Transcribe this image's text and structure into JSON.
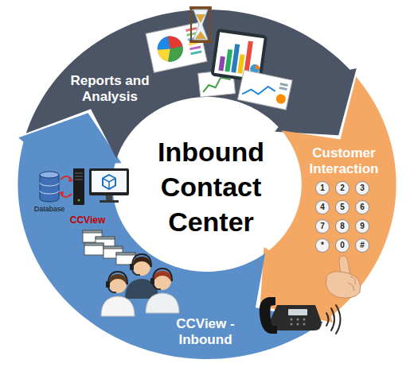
{
  "diagram": {
    "title": "Inbound Contact Center",
    "nodes": [
      {
        "text": [
          "Reports and Analysis"
        ]
      },
      {
        "text": [
          "Customer Interaction"
        ]
      },
      {
        "text": [
          "CCView - Inbound"
        ]
      }
    ],
    "edges": [
      {
        "from": 0,
        "to": 1,
        "arrow": "to"
      },
      {
        "from": 1,
        "to": 2,
        "arrow": "to"
      },
      {
        "from": 2,
        "to": 0,
        "arrow": "to"
      }
    ],
    "labels": [
      "Database",
      "CCView",
      "1",
      "2",
      "3",
      "4",
      "5",
      "6",
      "7",
      "8",
      "9",
      "*",
      "0",
      "#"
    ]
  }
}
